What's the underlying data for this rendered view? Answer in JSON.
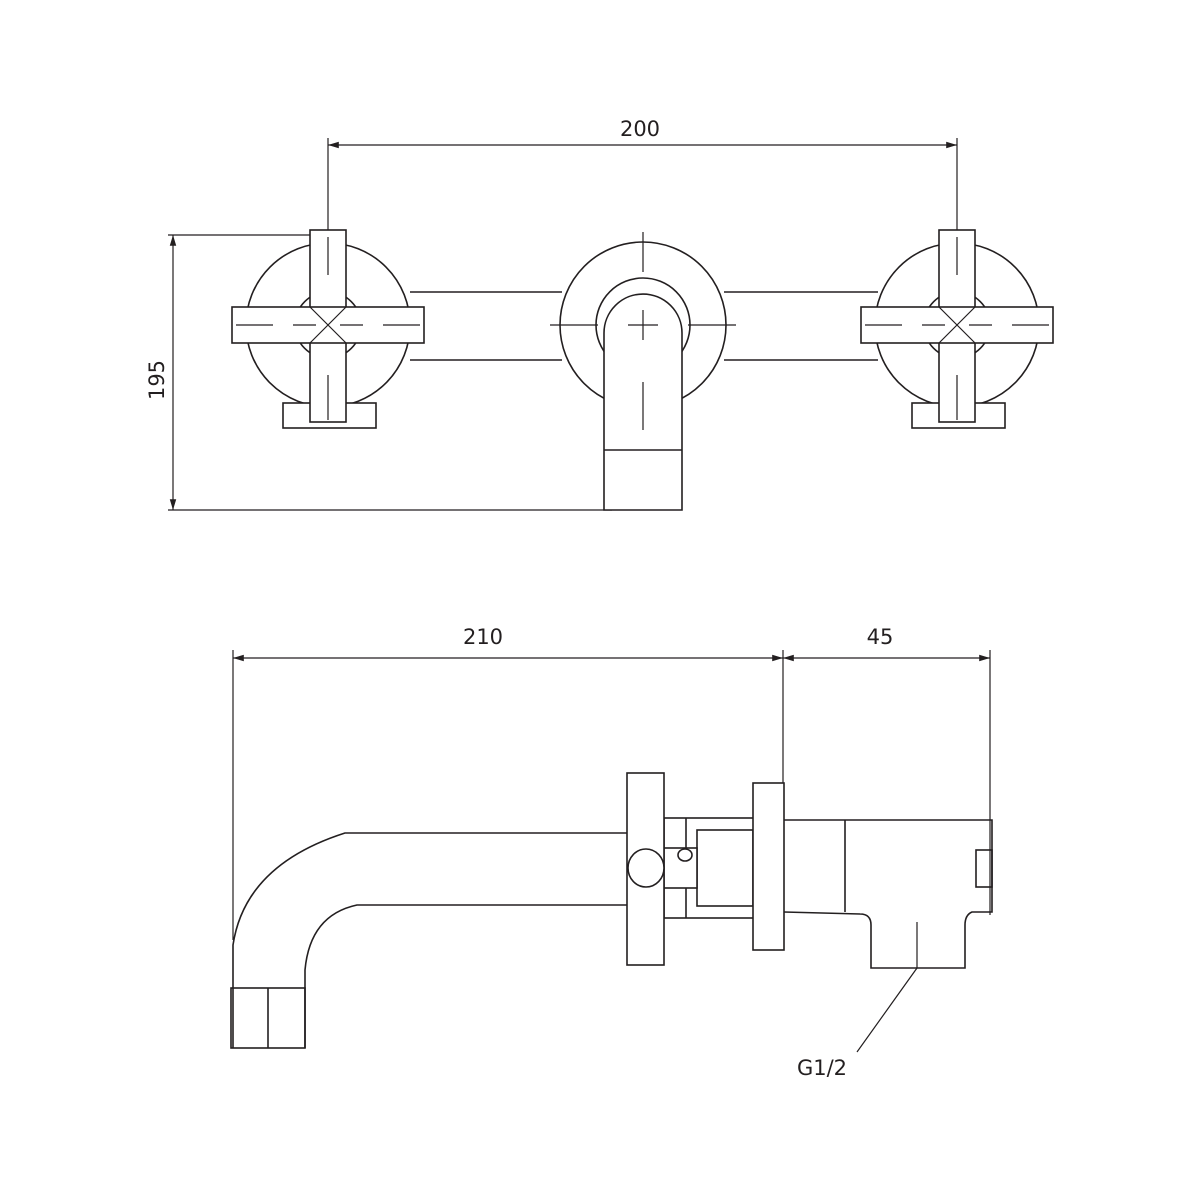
{
  "front_view": {
    "dim_handle_spacing": "200",
    "dim_height": "195"
  },
  "side_view": {
    "dim_projection": "210",
    "dim_body_depth": "45",
    "thread_label": "G1/2"
  },
  "colors": {
    "line": "#231f20",
    "background": "#ffffff"
  }
}
